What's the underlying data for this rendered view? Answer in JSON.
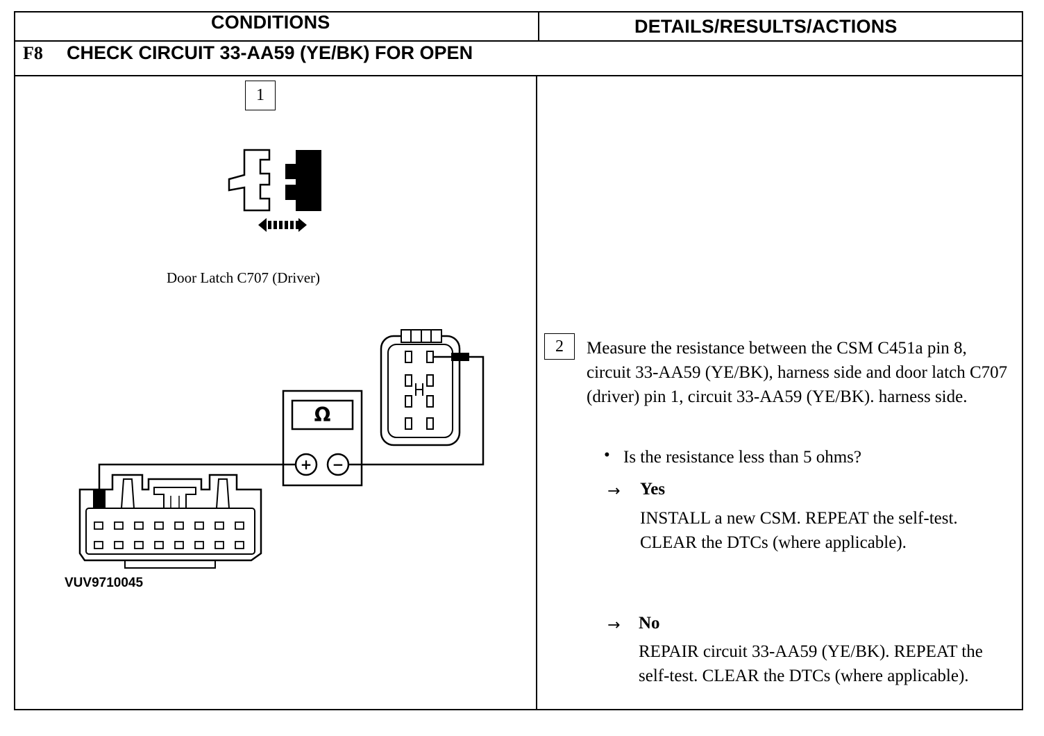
{
  "header": {
    "conditions": "CONDITIONS",
    "details": "DETAILS/RESULTS/ACTIONS"
  },
  "step": {
    "id": "F8",
    "title": "CHECK CIRCUIT 33-AA59 (YE/BK) FOR OPEN"
  },
  "conditions": {
    "sub1_number": "1",
    "sub1_caption": "Door Latch C707 (Driver)",
    "meter_symbol": "Ω",
    "plus_symbol": "+",
    "minus_symbol": "−",
    "figure_id": "VUV9710045"
  },
  "details": {
    "sub2_number": "2",
    "instruction": "Measure the resistance between the CSM C451a pin 8, circuit 33-AA59 (YE/BK), harness side and door latch C707 (driver) pin 1, circuit 33-AA59 (YE/BK). harness side.",
    "question": "Is the resistance less than 5 ohms?",
    "yes_label": "Yes",
    "yes_action": "INSTALL a new CSM. REPEAT the self-test. CLEAR the DTCs (where applicable).",
    "no_label": "No",
    "no_action": "REPAIR circuit 33-AA59 (YE/BK). REPEAT the self-test. CLEAR the DTCs (where applicable).",
    "bullet_symbol": "•",
    "arrow_symbol": "→"
  },
  "icons": [
    "disconnect-connector-icon",
    "ohmmeter-icon",
    "door-latch-connector-icon",
    "csm-connector-icon"
  ]
}
